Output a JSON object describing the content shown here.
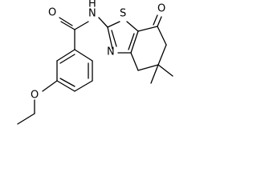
{
  "molecule": {
    "atoms": {
      "O_amide": "O",
      "NH_amide": "N",
      "H_amide": "H",
      "S_ring": "S",
      "N_ring": "N",
      "O_ketone": "O",
      "O_ether": "O"
    },
    "colors": {
      "bond": "#000000",
      "label": "#000000",
      "background": "#ffffff"
    }
  }
}
